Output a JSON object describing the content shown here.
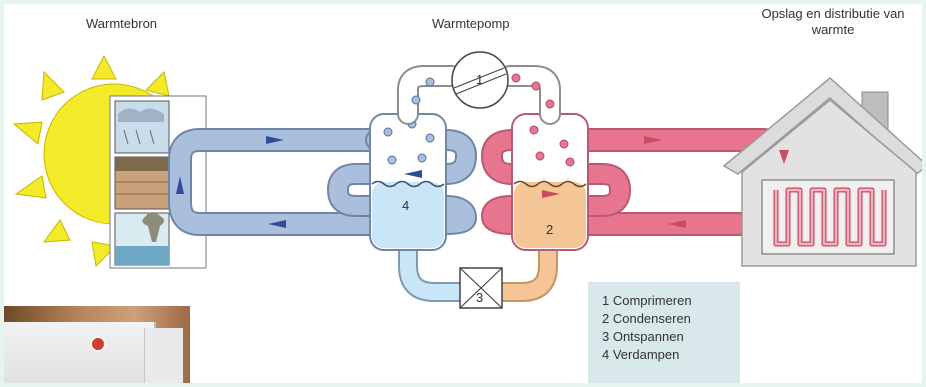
{
  "labels": {
    "source": "Warmtebron",
    "pump": "Warmtepomp",
    "storage_line1": "Opslag en distributie van",
    "storage_line2": "warmte"
  },
  "components": {
    "compressor": "1",
    "condenser": "2",
    "expansion_valve": "3",
    "evaporator": "4"
  },
  "legend": [
    "1 Comprimeren",
    "2 Condenseren",
    "3 Ontspannen",
    "4 Verdampen"
  ],
  "colors": {
    "cold_loop": "#a9bfdc",
    "hot_loop": "#e7758f",
    "sun": "#f3ea2a",
    "evaporator_liquid": "#c8e6f5",
    "condenser_liquid": "#f4c595",
    "house": "#e2e2e2",
    "arrow_cold": "#2f4b9b",
    "arrow_hot": "#c84a63"
  }
}
